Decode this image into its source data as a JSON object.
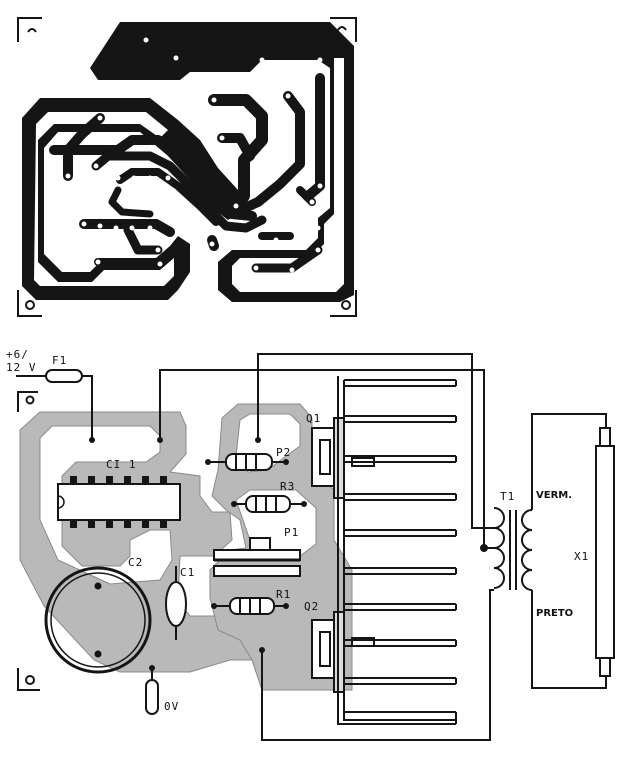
{
  "labels": {
    "supply": "+6/",
    "supply2": "12 V",
    "fuse": "F1",
    "ic": "CI 1",
    "c2": "C2",
    "c1": "C1",
    "p2": "P2",
    "r3": "R3",
    "p1": "P1",
    "r1": "R1",
    "q1": "Q1",
    "q2": "Q2",
    "ground": "0V",
    "transformer": "T1",
    "red_wire": "VERM.",
    "black_wire": "PRETO",
    "lamp": "X1"
  },
  "colors": {
    "ink": "#151515",
    "copper_screen": "#b9b9b9",
    "paper": "#ffffff"
  }
}
